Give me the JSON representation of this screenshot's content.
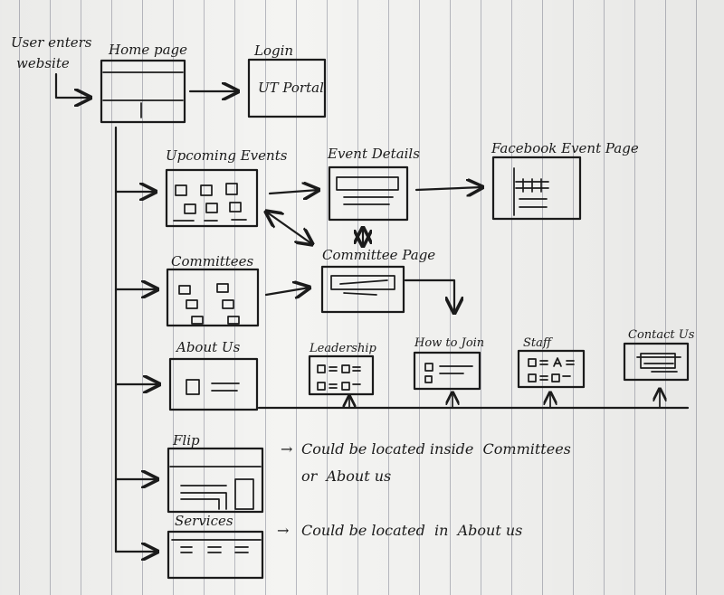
{
  "labels": {
    "entry": [
      "User enters",
      "website"
    ],
    "home": "Home page",
    "login": "Login",
    "ut_portal": "UT Portal",
    "upcoming_events": "Upcoming Events",
    "event_details": "Event Details",
    "facebook_event": "Facebook Event Page",
    "committees": "Committees",
    "committee_page": "Committee Page",
    "about_us": "About Us",
    "leadership": "Leadership",
    "how_to_join": "How to Join",
    "staff": "Staff",
    "contact_us": "Contact Us",
    "flip": "Flip",
    "services": "Services"
  },
  "notes": {
    "flip_arrow": "→",
    "flip_line1": "Could be located inside  Committees",
    "flip_line2": "or  About us",
    "services_arrow": "→",
    "services_line1": "Could be located  in  About us"
  },
  "colors": {
    "ink": "#1b1b1b",
    "paper": "#f4f4f2",
    "rule": "#b7b8bf"
  }
}
